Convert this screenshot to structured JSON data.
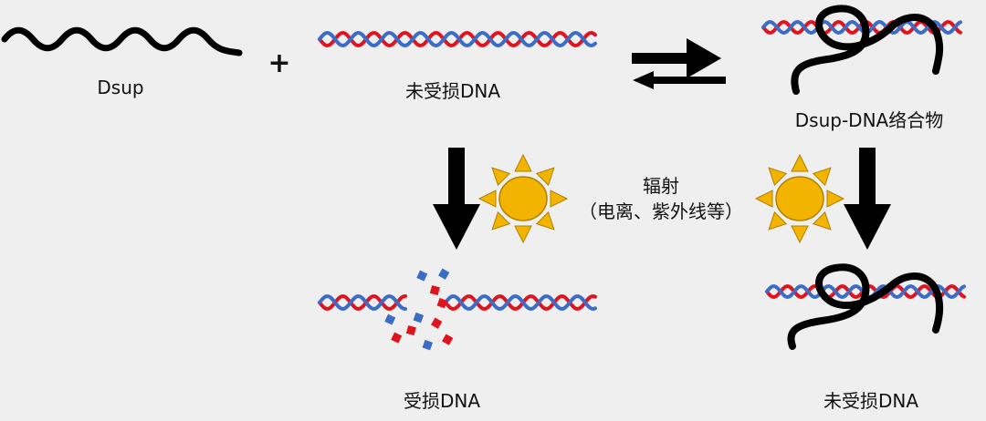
{
  "labels": {
    "dsup": "Dsup",
    "plus": "+",
    "undamaged_dna_top": "未受损DNA",
    "complex": "Dsup-DNA络合物",
    "radiation_title": "辐射",
    "radiation_detail": "（电离、紫外线等）",
    "damaged_dna": "受损DNA",
    "undamaged_dna_bottom": "未受损DNA"
  },
  "colors": {
    "background": "#efefef",
    "dna_strand_a": "#e0141e",
    "dna_strand_b": "#3a6cc8",
    "protein": "#000000",
    "arrow": "#000000",
    "sun_fill": "#f3b400",
    "sun_stroke": "#b08000",
    "fragment_red": "#e0141e",
    "fragment_blue": "#3a6cc8"
  },
  "icons": [
    "sun-icon",
    "reversible-arrow-icon",
    "down-arrow-icon"
  ]
}
